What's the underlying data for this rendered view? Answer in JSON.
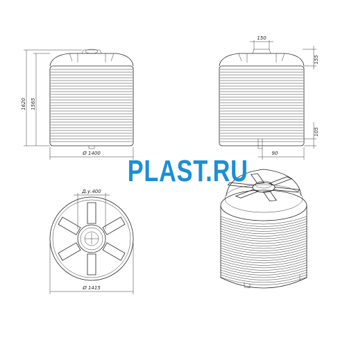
{
  "brand": {
    "text": "PLAST.RU",
    "color": "#1b8fd6"
  },
  "drawings": {
    "front_view": {
      "height_total": "1620",
      "height_body": "1565",
      "diameter": "Ø 1400"
    },
    "side_view": {
      "neck_width": "150",
      "top_height": "155",
      "outlet_height": "105",
      "outlet_offset": "90"
    },
    "top_view": {
      "hatch": "Д.у.400",
      "diameter": "Ø 1415"
    }
  }
}
